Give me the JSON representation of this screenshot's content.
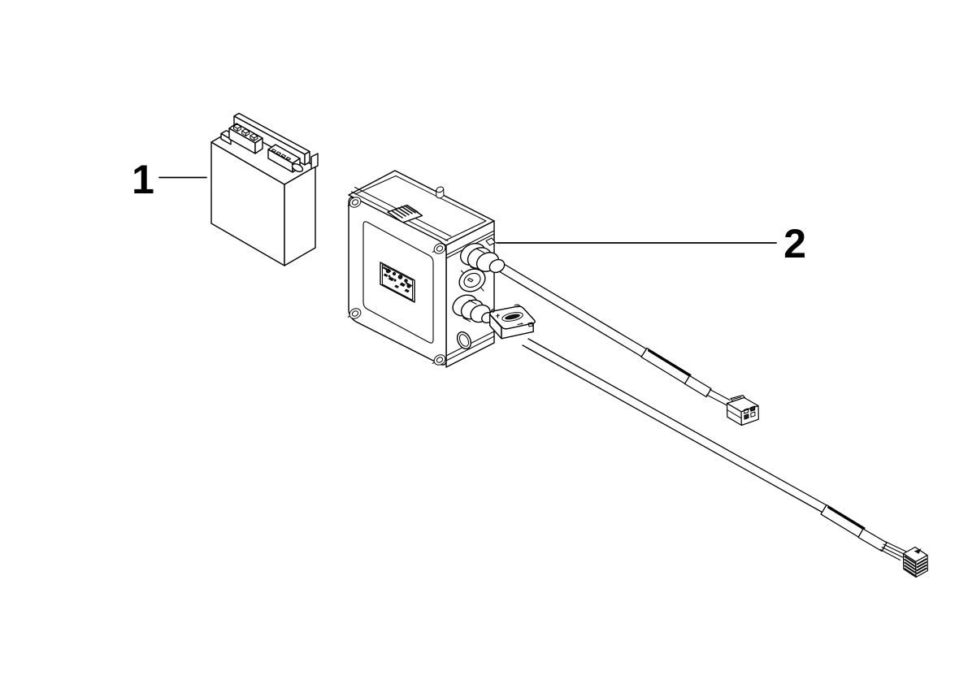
{
  "page": {
    "background_color": "#ffffff",
    "line_color": "#000000"
  },
  "figure": {
    "type": "exploded-parts-line-drawing",
    "parts": [
      {
        "callout": "1",
        "icon": "battery-module-icon"
      },
      {
        "callout": "2",
        "icon": "control-unit-with-cable-harness-icon"
      }
    ]
  },
  "callouts": [
    {
      "label": "1"
    },
    {
      "label": "2"
    }
  ]
}
